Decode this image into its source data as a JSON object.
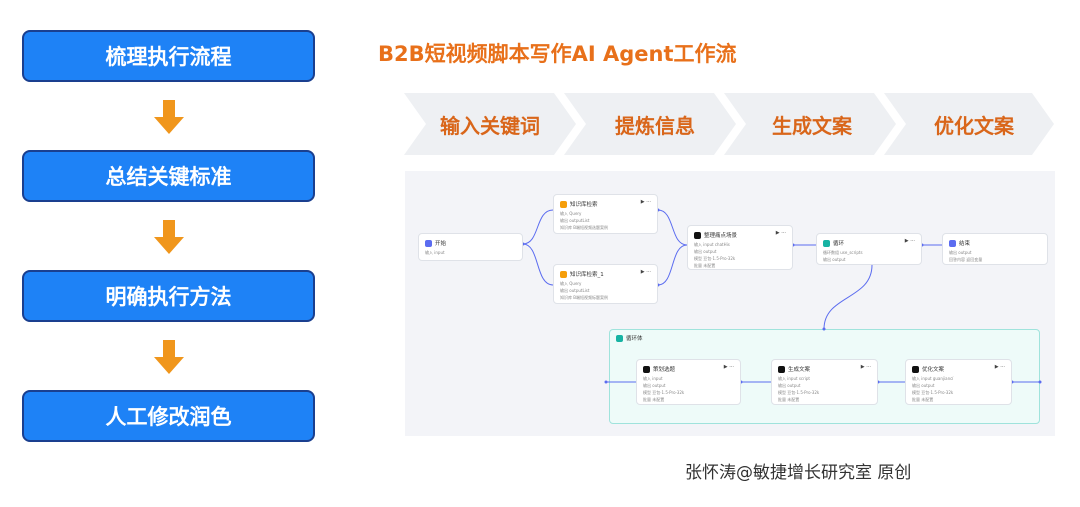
{
  "left_steps": [
    "梳理执行流程",
    "总结关键标准",
    "明确执行方法",
    "人工修改润色"
  ],
  "title": "B2B短视频脚本写作AI Agent工作流",
  "chevrons": [
    "输入关键词",
    "提炼信息",
    "生成文案",
    "优化文案"
  ],
  "workflow": {
    "nodes": {
      "start": {
        "title": "开始",
        "rows": [
          "输入 input"
        ]
      },
      "kb1": {
        "title": "知识库检索",
        "rows": [
          "输入 Query",
          "输出 outputList",
          "知识库 B端短视频选题案例"
        ]
      },
      "kb2": {
        "title": "知识库检索_1",
        "rows": [
          "输入 Query",
          "输出 outputList",
          "知识库 B端短视频标题案例"
        ]
      },
      "summary": {
        "title": "整理痛点场景",
        "rows": [
          "输入 input  chatHis",
          "输出 output",
          "模型 豆包·1.5·Pro·32k",
          "批量 未配置"
        ]
      },
      "loop": {
        "title": "循环",
        "rows": [
          "循环数组 use_scripts",
          "输出 output"
        ]
      },
      "end": {
        "title": "结束",
        "rows": [
          "输出 output",
          "回答内容 返回变量"
        ]
      },
      "plan": {
        "title": "策划选题",
        "rows": [
          "输入 input",
          "输出 output",
          "模型 豆包·1.5·Pro·32k",
          "批量 未配置"
        ]
      },
      "gen": {
        "title": "生成文案",
        "rows": [
          "输入 input  script",
          "输出 output",
          "模型 豆包·1.5·Pro·32k",
          "批量 未配置"
        ]
      },
      "opt": {
        "title": "优化文案",
        "rows": [
          "输入 input  guanjiancí",
          "输出 output",
          "模型 豆包·1.5·Pro·32k",
          "批量 未配置"
        ]
      }
    },
    "loop_body_label": "循环体"
  },
  "credit": "张怀涛@敏捷增长研究室  原创",
  "colors": {
    "step_blue": "#1e82f6",
    "step_border": "#1a3f8f",
    "arrow_orange": "#f0961c",
    "title_orange": "#e8701a",
    "chevron_bg": "#eef0f3"
  }
}
